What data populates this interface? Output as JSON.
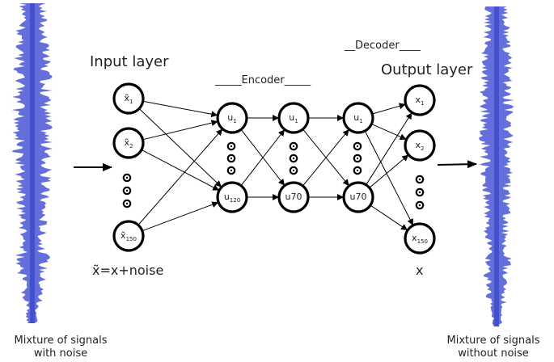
{
  "colors": {
    "waveform": "#4a56d6",
    "waveform_core": "#2f3bc2",
    "node_stroke": "#000000",
    "arrow": "#000000"
  },
  "labels": {
    "input_layer": "Input layer",
    "output_layer": "Output layer",
    "encoder": "_____Encoder_____",
    "decoder": "__Decoder____",
    "input_formula": "x̃=x+noise",
    "output_symbol": "x",
    "left_caption_line1": "Mixture of signals",
    "left_caption_line2": "with noise",
    "right_caption_line1": "Mixture of signals",
    "right_caption_line2": "without noise"
  },
  "nodes": {
    "input": [
      {
        "main": "x̃",
        "sub": "1"
      },
      {
        "main": "x̃",
        "sub": "2"
      },
      {
        "main": "x̃",
        "sub": "150"
      }
    ],
    "hidden1": [
      {
        "main": "u",
        "sub": "1"
      },
      {
        "main": "u",
        "sub": "120"
      }
    ],
    "hidden2": [
      {
        "main": "u",
        "sub": "1"
      },
      {
        "main": "u70",
        "sub": ""
      }
    ],
    "hidden3": [
      {
        "main": "u",
        "sub": "1"
      },
      {
        "main": "u70",
        "sub": ""
      }
    ],
    "output": [
      {
        "main": "x",
        "sub": "1"
      },
      {
        "main": "x",
        "sub": "2"
      },
      {
        "main": "x",
        "sub": "150"
      }
    ]
  }
}
